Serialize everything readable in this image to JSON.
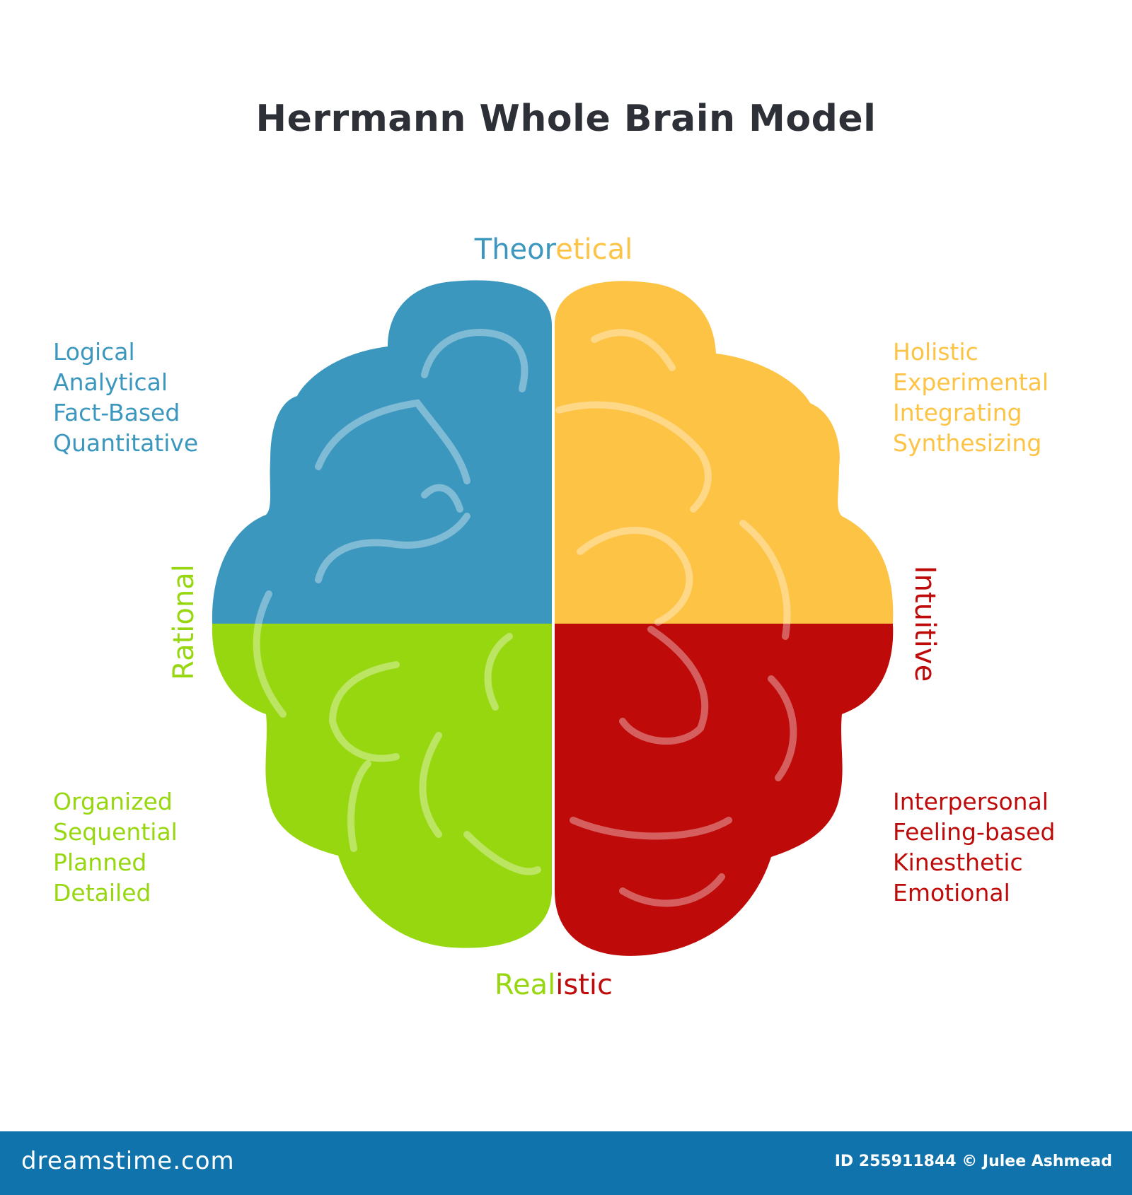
{
  "title": "Herrmann Whole Brain Model",
  "colors": {
    "blue": "#3c97bf",
    "yellow": "#fdc345",
    "green": "#97d710",
    "red": "#bf0a0a",
    "title": "#2e3038",
    "footer": "#1173ac"
  },
  "axes": {
    "top": {
      "part1": "Theor",
      "part2": "etical"
    },
    "bottom": {
      "part1": "Real",
      "part2": "istic"
    },
    "left": "Rational",
    "right": "Intuitive"
  },
  "quadrants": {
    "top_left": [
      "Logical",
      "Analytical",
      "Fact-Based",
      "Quantitative"
    ],
    "top_right": [
      "Holistic",
      "Experimental",
      "Integrating",
      "Synthesizing"
    ],
    "bottom_left": [
      "Organized",
      "Sequential",
      "Planned",
      "Detailed"
    ],
    "bottom_right": [
      "Interpersonal",
      "Feeling-based",
      "Kinesthetic",
      "Emotional"
    ]
  },
  "footer": {
    "logo": "dreamstime.com",
    "credit": "ID 255911844 © Julee Ashmead"
  }
}
